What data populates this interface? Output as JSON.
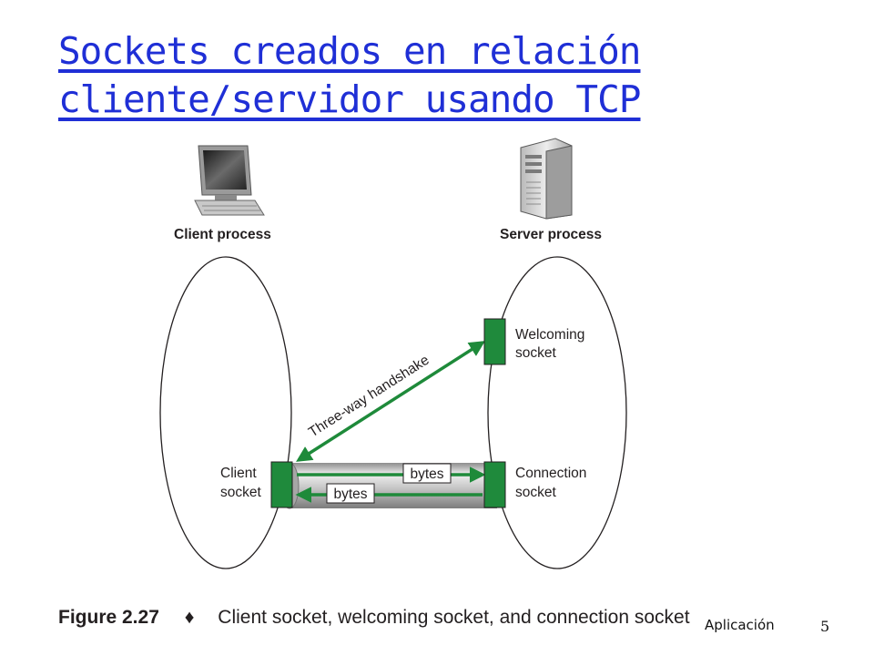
{
  "slide": {
    "title_line1": "Sockets creados en relación",
    "title_line2": "cliente/servidor usando TCP",
    "footer_label": "Aplicación",
    "slide_number": "5"
  },
  "diagram": {
    "client_process": "Client process",
    "server_process": "Server process",
    "welcoming_socket_line1": "Welcoming",
    "welcoming_socket_line2": "socket",
    "handshake_label": "Three-way handshake",
    "client_socket_line1": "Client",
    "client_socket_line2": "socket",
    "connection_socket_line1": "Connection",
    "connection_socket_line2": "socket",
    "bytes_upper": "bytes",
    "bytes_lower": "bytes"
  },
  "figure": {
    "number": "Figure 2.27",
    "separator": "♦",
    "caption": "Client socket, welcoming socket, and connection socket"
  },
  "colors": {
    "title": "#1f2fd6",
    "socket_green": "#1f8a3c",
    "arrow_green": "#1e8a3a"
  }
}
